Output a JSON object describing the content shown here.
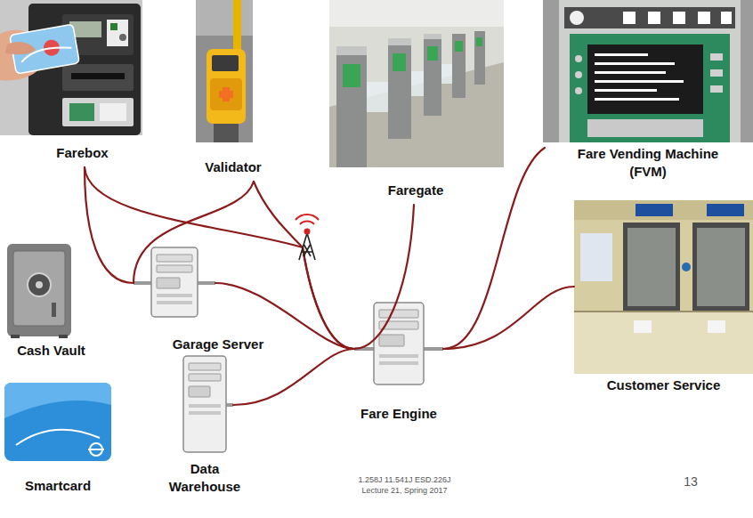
{
  "diagram": {
    "nodes": [
      {
        "text": [
          "Farebox"
        ]
      },
      {
        "text": [
          "Validator"
        ]
      },
      {
        "text": [
          "Faregate"
        ]
      },
      {
        "text": [
          "Fare Vending Machine (FVM)"
        ]
      },
      {
        "text": [
          "Customer Service"
        ]
      },
      {
        "text": [
          "Cash Vault"
        ]
      },
      {
        "text": [
          "Garage Server"
        ]
      },
      {
        "text": [
          "Data Warehouse"
        ]
      },
      {
        "text": [
          "Fare Engine"
        ]
      },
      {
        "text": [
          "Smartcard"
        ]
      }
    ],
    "edges": [
      {
        "from": 0,
        "to": 6,
        "arrow": "none"
      },
      {
        "from": 0,
        "to": 8,
        "arrow": "none"
      },
      {
        "from": 1,
        "to": 6,
        "arrow": "none"
      },
      {
        "from": 1,
        "to": 8,
        "arrow": "none"
      },
      {
        "from": 2,
        "to": 8,
        "arrow": "none"
      },
      {
        "from": 3,
        "to": 8,
        "arrow": "none"
      },
      {
        "from": 4,
        "to": 8,
        "arrow": "none"
      },
      {
        "from": 6,
        "to": 8,
        "arrow": "none"
      },
      {
        "from": 7,
        "to": 8,
        "arrow": "none"
      }
    ],
    "labels": [
      "1.258J 11.541J ESD.226J Lecture 21, Spring 2017",
      "13"
    ]
  }
}
